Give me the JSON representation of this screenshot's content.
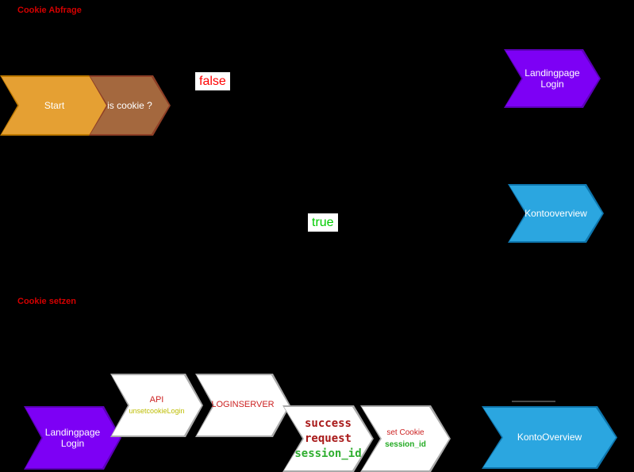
{
  "diagram": {
    "section_titles": {
      "cookie_abfrage": "Cookie Abfrage",
      "cookie_setzen": "Cookie setzen"
    },
    "edge_labels": {
      "false_label": "false",
      "true_label": "true"
    },
    "nodes": {
      "start": {
        "label": "Start",
        "fill": "#E5A033"
      },
      "is_cookie": {
        "label": "is cookie ?",
        "fill": "#A4683E"
      },
      "landingpage_login_top": {
        "line1": "Landingpage",
        "line2": "Login",
        "fill": "#7D00F5"
      },
      "kontooverview_top": {
        "label": "Kontooverview",
        "fill": "#2BA6E0"
      },
      "landingpage_login_bottom": {
        "line1": "Landingpage",
        "line2": "Login",
        "fill": "#7D00F5"
      },
      "api": {
        "line1": "API",
        "line2": "unsetcookieLogin",
        "fill": "#FFFFFF"
      },
      "loginserver": {
        "label": "LOGINSERVER",
        "fill": "#FFFFFF"
      },
      "success_request": {
        "line1": "success",
        "line2": "request",
        "line3": "session_id",
        "fill": "#FFFFFF"
      },
      "set_cookie": {
        "line1": "set Cookie",
        "line2": "session_id",
        "fill": "#FFFFFF"
      },
      "kontooverview_bottom": {
        "label": "KontoOverview",
        "fill": "#2BA6E0"
      }
    },
    "colors": {
      "background": "#000000",
      "section_title_red": "#D40000",
      "false_red": "#FF0000",
      "true_green": "#00CC00",
      "node_label_white": "#FFFFFF",
      "api_red": "#CC2222",
      "api_yellow": "#BDBD00",
      "mono_red": "#A81818",
      "mono_green": "#2FAE2F",
      "setcookie_green": "#22AA22"
    }
  }
}
